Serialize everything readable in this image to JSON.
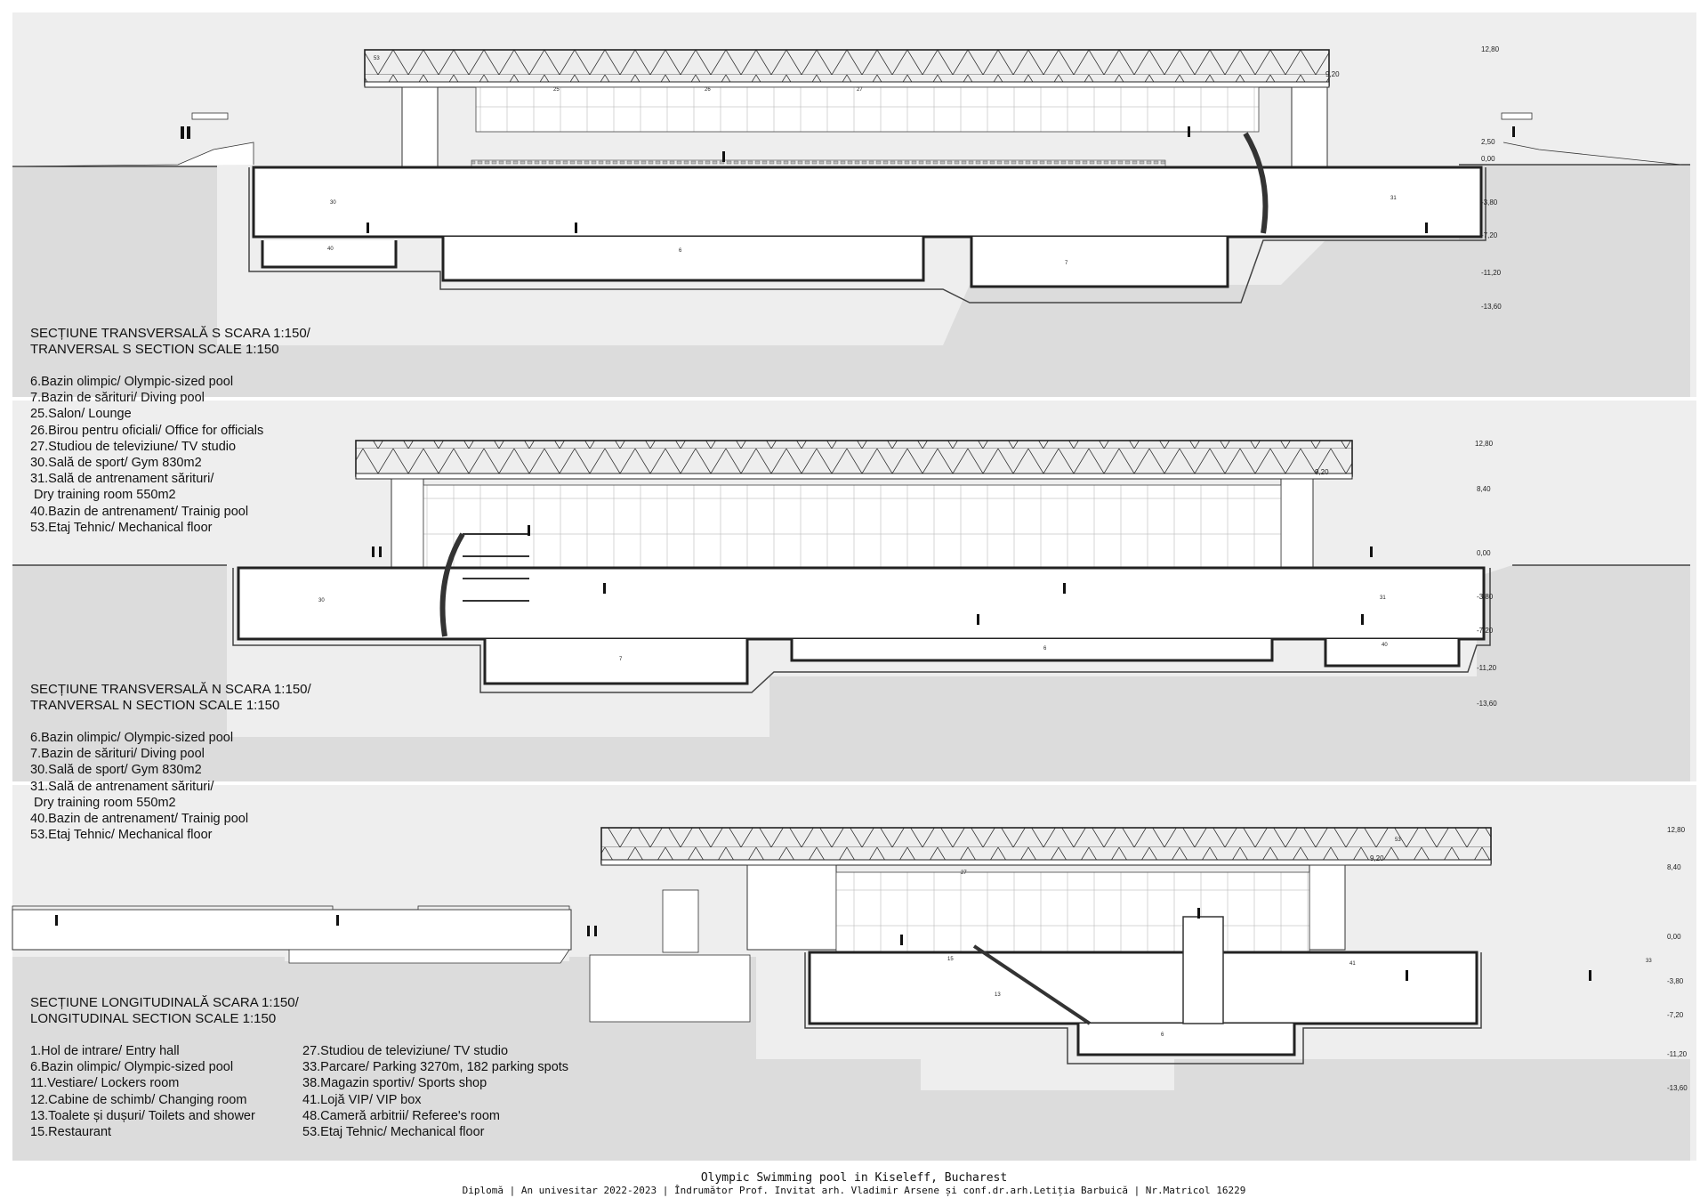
{
  "sections": [
    {
      "id": "s",
      "title_ro": "SECȚIUNE TRANSVERSALĂ S SCARA 1:150/",
      "title_en": " TRANVERSAL S SECTION SCALE 1:150",
      "legend": [
        "6.Bazin olimpic/ Olympic-sized pool",
        "7.Bazin de sărituri/ Diving pool",
        "25.Salon/ Lounge",
        "26.Birou pentru oficiali/ Office for officials",
        "27.Studiou de televiziune/ TV studio",
        "30.Sală de sport/ Gym 830m2",
        "31.Sală de antrenament sărituri/",
        " Dry training room 550m2",
        "40.Bazin de antrenament/ Trainig pool",
        "53.Etaj Tehnic/ Mechanical floor"
      ],
      "levels": [
        "12,80",
        "9,20",
        "2,50",
        "0,00",
        "-3,80",
        "-7,20",
        "-11,20",
        "-13,60"
      ],
      "room_numbers": [
        "53",
        "25",
        "26",
        "27",
        "30",
        "31",
        "40",
        "6",
        "7"
      ]
    },
    {
      "id": "n",
      "title_ro": "SECȚIUNE TRANSVERSALĂ N SCARA 1:150/",
      "title_en": " TRANVERSAL N SECTION SCALE 1:150",
      "legend": [
        "6.Bazin olimpic/ Olympic-sized pool",
        "7.Bazin de sărituri/ Diving pool",
        "30.Sală de sport/ Gym 830m2",
        "31.Sală de antrenament sărituri/",
        " Dry training room 550m2",
        "40.Bazin de antrenament/ Trainig pool",
        "53.Etaj Tehnic/ Mechanical floor"
      ],
      "levels": [
        "12,80",
        "9,20",
        "8,40",
        "0,00",
        "-3,80",
        "-7,20",
        "-11,20",
        "-13,60"
      ],
      "room_numbers": [
        "30",
        "31",
        "7",
        "6",
        "40"
      ]
    },
    {
      "id": "l",
      "title_ro": "SECȚIUNE LONGITUDINALĂ SCARA 1:150/",
      "title_en": " LONGITUDINAL SECTION SCALE 1:150",
      "legend_col1": [
        "1.Hol de intrare/ Entry hall",
        "6.Bazin olimpic/ Olympic-sized pool",
        "11.Vestiare/ Lockers room",
        "12.Cabine de schimb/ Changing room",
        "13.Toalete și dușuri/ Toilets and shower",
        "15.Restaurant"
      ],
      "legend_col2": [
        "27.Studiou de televiziune/ TV studio",
        "33.Parcare/ Parking 3270m, 182 parking spots",
        "38.Magazin sportiv/ Sports shop",
        "41.Lojă VIP/ VIP box",
        "48.Cameră arbitrii/ Referee's room",
        "53.Etaj Tehnic/ Mechanical floor"
      ],
      "levels": [
        "12,80",
        "9,20",
        "8,40",
        "0,00",
        "-3,80",
        "-7,20",
        "-11,20",
        "-13,60"
      ],
      "room_numbers": [
        "53",
        "27",
        "15",
        "13",
        "41",
        "33",
        "6"
      ]
    }
  ],
  "footer": {
    "project_title": "Olympic Swimming pool in Kiseleff, Bucharest",
    "credits": "Diplomă | An univesitar 2022-2023 | Îndrumător Prof. Invitat arh. Vladimir Arsene și conf.dr.arh.Letiția Barbuică | Nr.Matricol 16229"
  }
}
